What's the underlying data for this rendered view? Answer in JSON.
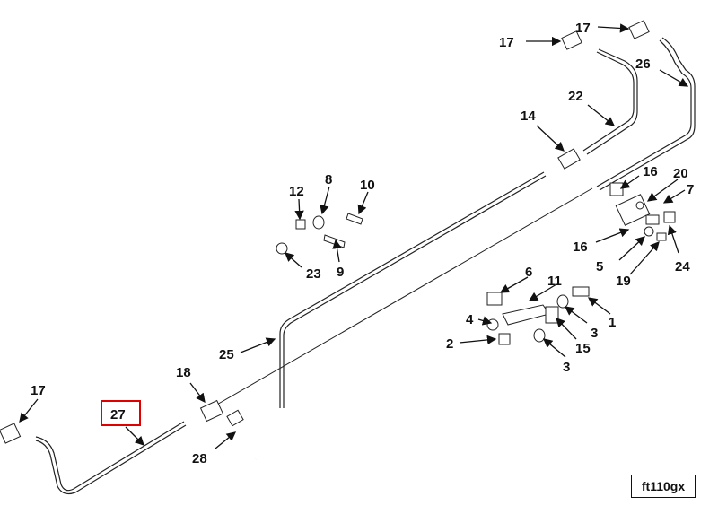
{
  "figure_id": "ft110gx",
  "highlighted_callout": "27",
  "highlight_color": "#e00000",
  "callouts": {
    "c17a": "17",
    "c17b": "17",
    "c17c": "17",
    "c26": "26",
    "c22": "22",
    "c14": "14",
    "c16a": "16",
    "c16b": "16",
    "c20": "20",
    "c7": "7",
    "c24": "24",
    "c5": "5",
    "c19": "19",
    "c12": "12",
    "c8": "8",
    "c10": "10",
    "c23": "23",
    "c9": "9",
    "c25": "25",
    "c6": "6",
    "c11": "11",
    "c4": "4",
    "c3a": "3",
    "c3b": "3",
    "c1": "1",
    "c2": "2",
    "c15": "15",
    "c18": "18",
    "c27": "27",
    "c28": "28"
  }
}
